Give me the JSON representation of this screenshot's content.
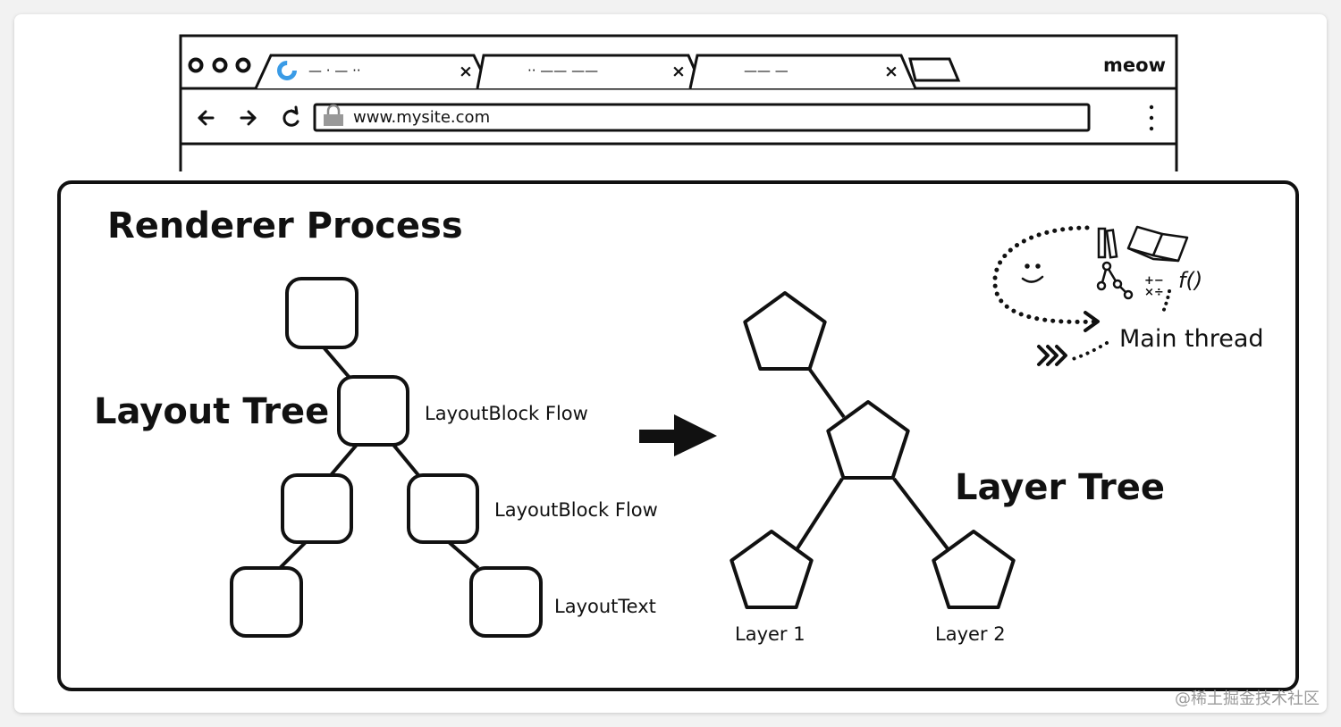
{
  "browser": {
    "window_controls": [
      "o",
      "o",
      "o"
    ],
    "tabs": [
      {
        "label": "— · — ··",
        "close": "×",
        "loading": true
      },
      {
        "label": "·· —— ——",
        "close": "×",
        "loading": false
      },
      {
        "label": "—— —",
        "close": "×",
        "loading": false
      }
    ],
    "profile_label": "meow",
    "address": "www.mysite.com"
  },
  "panel": {
    "title": "Renderer Process",
    "main_thread_label": "Main thread"
  },
  "layout_tree": {
    "title": "Layout Tree",
    "labels": [
      "LayoutBlock Flow",
      "LayoutBlock Flow",
      "LayoutText"
    ]
  },
  "layer_tree": {
    "title": "Layer Tree",
    "layer_labels": [
      "Layer 1",
      "Layer 2"
    ]
  },
  "watermark": "@稀土掘金技术社区"
}
